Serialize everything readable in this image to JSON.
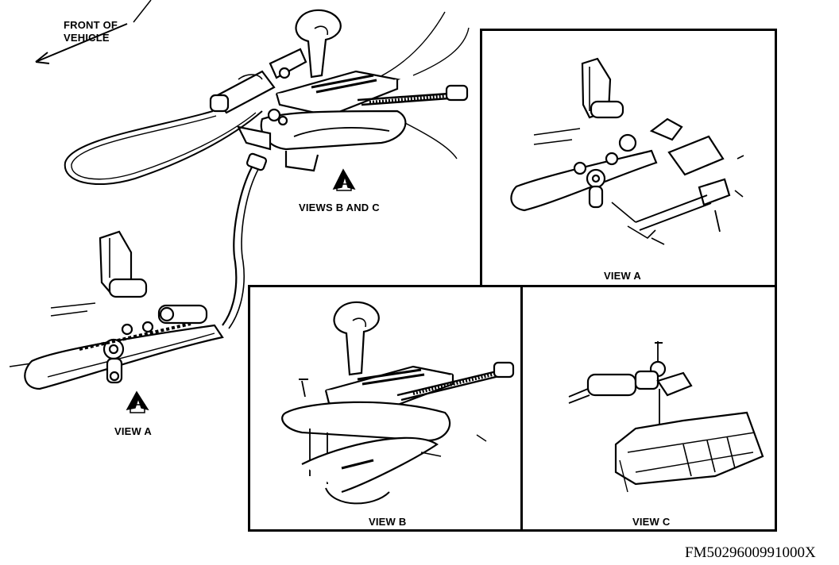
{
  "labels": {
    "front_of_vehicle_line1": "FRONT OF",
    "front_of_vehicle_line2": "VEHICLE",
    "views_b_and_c": "VIEWS B AND C",
    "view_a_main": "VIEW A",
    "view_a_panel": "VIEW A",
    "view_b_panel": "VIEW B",
    "view_c_panel": "VIEW C"
  },
  "figure_code": "FM5029600991000X",
  "colors": {
    "line": "#000000",
    "background": "#ffffff"
  }
}
